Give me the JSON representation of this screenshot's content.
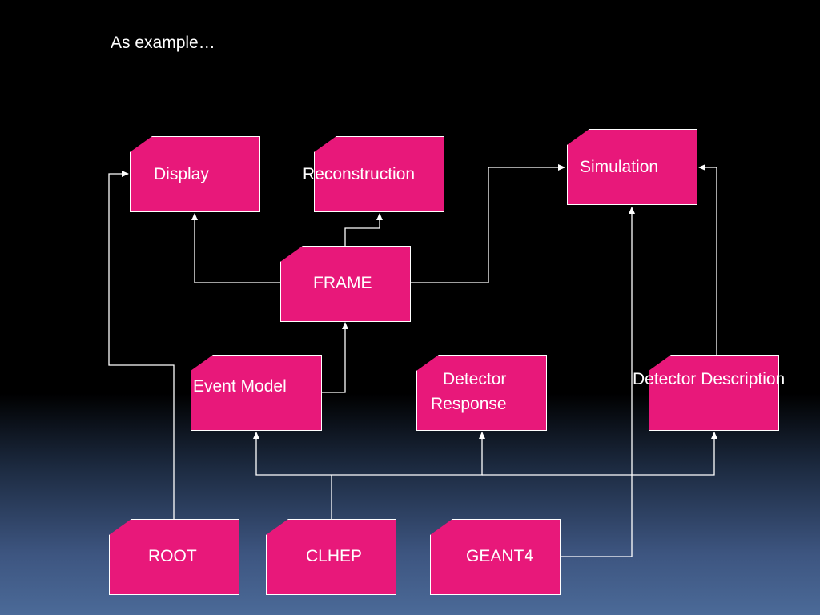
{
  "slide": {
    "caption": "As example…"
  },
  "diagram": {
    "nodes": {
      "display": "Display",
      "reconstruction": "Reconstruction",
      "simulation": "Simulation",
      "frame": "FRAME",
      "event_model": "Event Model",
      "detector_response_line1": "Detector",
      "detector_response_line2": "Response",
      "detector_description": "Detector Description",
      "root": "ROOT",
      "clhep": "CLHEP",
      "geant4": "GEANT4"
    },
    "edges": [
      {
        "from": "root",
        "to": "display"
      },
      {
        "from": "frame",
        "to": "display"
      },
      {
        "from": "frame",
        "to": "reconstruction"
      },
      {
        "from": "frame",
        "to": "simulation"
      },
      {
        "from": "event_model",
        "to": "frame"
      },
      {
        "from": "clhep",
        "to": "event_model"
      },
      {
        "from": "clhep",
        "to": "detector_response"
      },
      {
        "from": "clhep",
        "to": "detector_description"
      },
      {
        "from": "geant4",
        "to": "simulation"
      },
      {
        "from": "detector_description",
        "to": "simulation"
      }
    ]
  }
}
